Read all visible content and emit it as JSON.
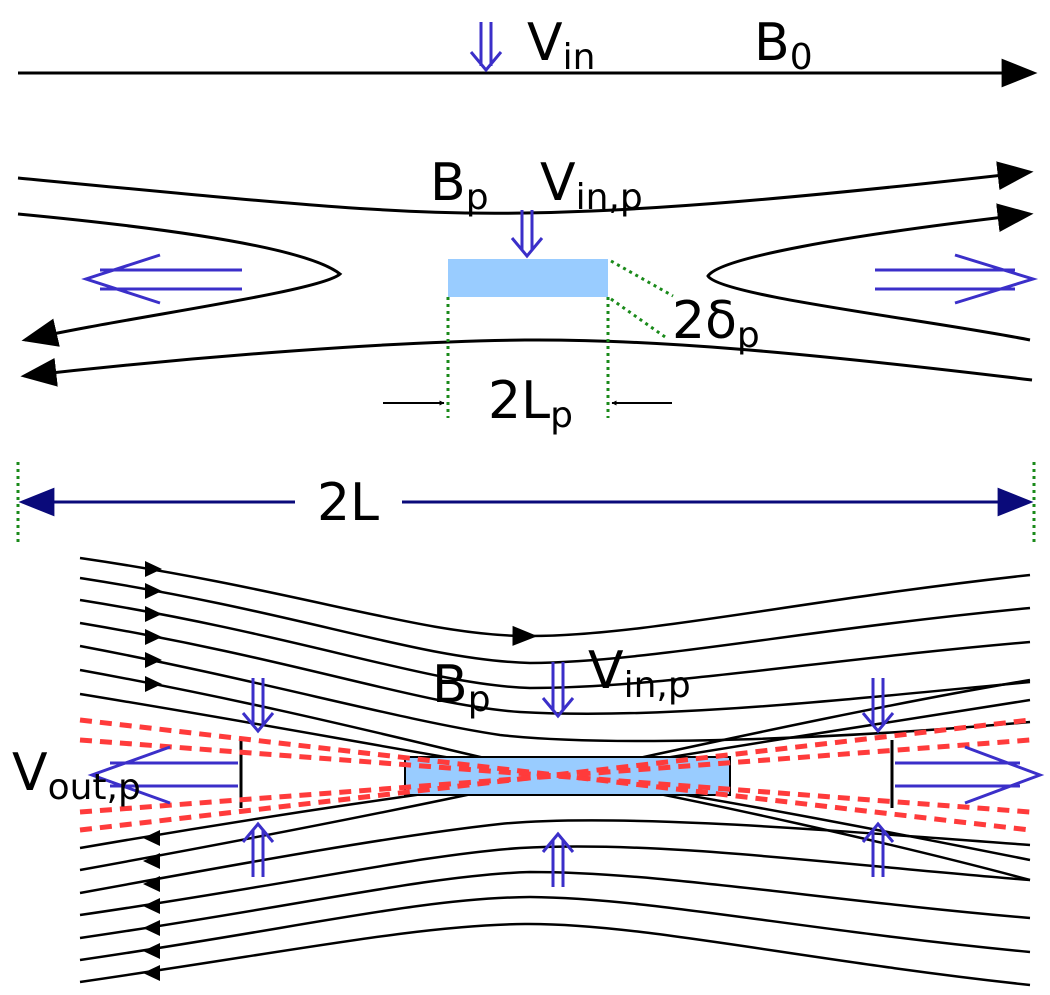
{
  "labels": {
    "vin_main": "V",
    "vin_sub": "in",
    "b0_main": "B",
    "b0_sub": "0",
    "bp_top_main": "B",
    "bp_top_sub": "p",
    "vinp_top_main": "V",
    "vinp_top_sub": "in,p",
    "delta_main": "2δ",
    "delta_sub": "p",
    "lp_main": "2L",
    "lp_sub": "p",
    "twoL": "2L",
    "bp_bot_main": "B",
    "bp_bot_sub": "p",
    "vinp_bot_main": "V",
    "vinp_bot_sub": "in,p",
    "vout_main": "V",
    "vout_sub": "out,p"
  },
  "colors": {
    "field_line": "#000000",
    "flow_arrow": "#3b2fc9",
    "layer_fill": "#99ccff",
    "dimension_line": "#0a0a7a",
    "guide_dotted": "#1a8a1a",
    "separatrix_dashed": "#ff3b3b"
  }
}
